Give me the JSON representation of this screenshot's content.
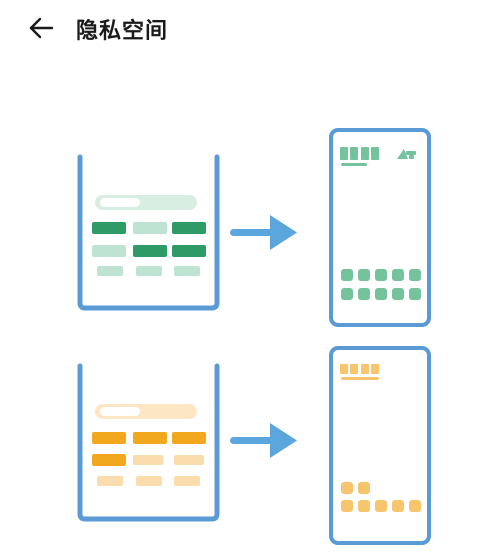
{
  "header": {
    "title": "隐私空间",
    "back_icon": "arrow-left-icon"
  },
  "colors": {
    "frame_blue": "#5b9bd5",
    "arrow_blue": "#5aa6dd",
    "green_dark": "#2e9a66",
    "green_light": "#bfe3d3",
    "green_mid": "#74c39d",
    "orange_dark": "#f2a81e",
    "orange_light": "#fbdcac",
    "orange_mid": "#f7c56b"
  },
  "illustrations": [
    {
      "name": "main-space-switch",
      "theme": "green"
    },
    {
      "name": "private-space-switch",
      "theme": "orange"
    }
  ]
}
